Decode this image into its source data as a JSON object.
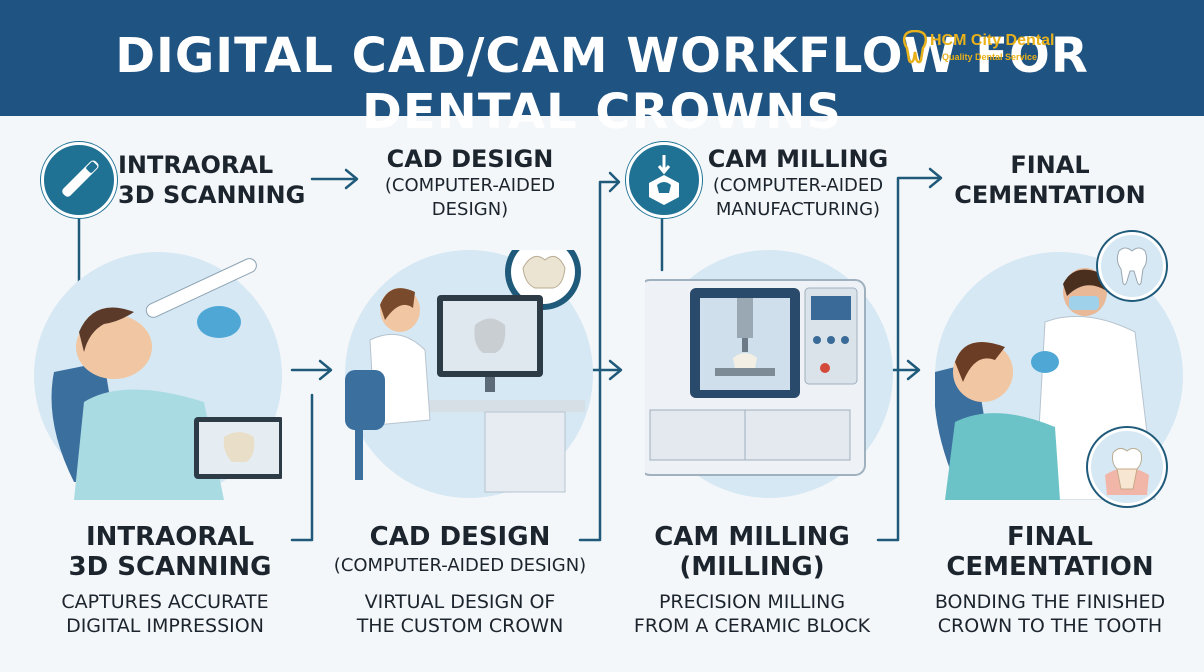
{
  "header": {
    "title": "DIGITAL CAD/CAM WORKFLOW FOR DENTAL CROWNS",
    "logo_text": "HCM City Dental",
    "logo_sub": "Quality Dental Service"
  },
  "colors": {
    "header_bg": "#1f5382",
    "accent": "#1f7294",
    "scene_bg": "#d6e8f3"
  },
  "steps": [
    {
      "top_line1": "INTRAORAL",
      "top_line2": "3D SCANNING",
      "icon": "scanner-wand-icon",
      "bottom_line1": "INTRAORAL",
      "bottom_line2": "3D SCANNING",
      "desc_line1": "CAPTURES ACCURATE",
      "desc_line2": "DIGITAL IMPRESSION"
    },
    {
      "top_line1": "CAD DESIGN",
      "top_line2": "(COMPUTER-AIDED",
      "top_line3": "DESIGN)",
      "bottom_line1": "CAD DESIGN",
      "bottom_line2": "(COMPUTER-AIDED DESIGN)",
      "desc_line1": "VIRTUAL DESIGN OF",
      "desc_line2": "THE CUSTOM CROWN"
    },
    {
      "top_line1": "CAM MILLING",
      "top_line2": "(COMPUTER-AIDED",
      "top_line3": "MANUFACTURING)",
      "icon": "milling-block-icon",
      "bottom_line1": "CAM MILLING",
      "bottom_line2": "(MILLING)",
      "desc_line1": "PRECISION MILLING",
      "desc_line2": "FROM A CERAMIC BLOCK"
    },
    {
      "top_line1": "FINAL",
      "top_line2": "CEMENTATION",
      "bottom_line1": "FINAL",
      "bottom_line2": "CEMENTATION",
      "desc_line1": "BONDING THE FINISHED",
      "desc_line2": "CROWN TO THE TOOTH"
    }
  ]
}
